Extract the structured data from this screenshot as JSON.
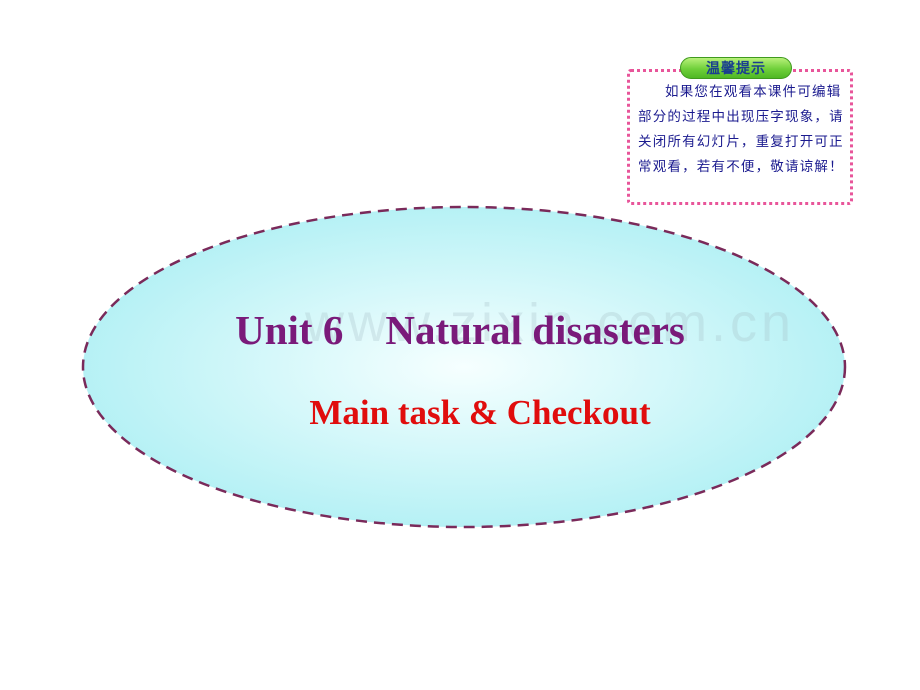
{
  "notice": {
    "tab_label": "温馨提示",
    "text": "如果您在观看本课件可编辑部分的过程中出现压字现象，请关闭所有幻灯片，重复打开可正常观看，若有不便，敬请谅解！"
  },
  "watermark": "www.zixin.com.cn",
  "title": {
    "unit": "Unit 6",
    "topic": "Natural disasters"
  },
  "subtitle": "Main task & Checkout",
  "colors": {
    "ellipse_fill_center": "#f4ffff",
    "ellipse_fill_edge": "#b8f2f6",
    "ellipse_border": "#7a2a5a",
    "title": "#7a1a7a",
    "subtitle": "#e00d0d",
    "notice_border": "#e8559a",
    "notice_text": "#1b1b8f"
  }
}
